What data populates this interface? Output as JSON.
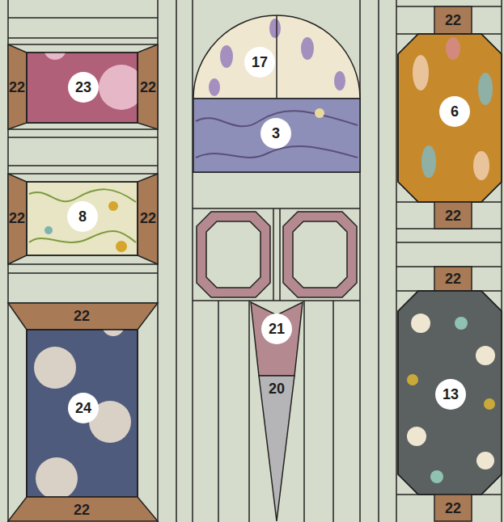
{
  "diagram": {
    "labels": [
      "22",
      "17",
      "22",
      "23",
      "22",
      "6",
      "3",
      "22",
      "8",
      "22",
      "22",
      "22",
      "22",
      "21",
      "20",
      "13",
      "24",
      "22",
      "22"
    ]
  }
}
